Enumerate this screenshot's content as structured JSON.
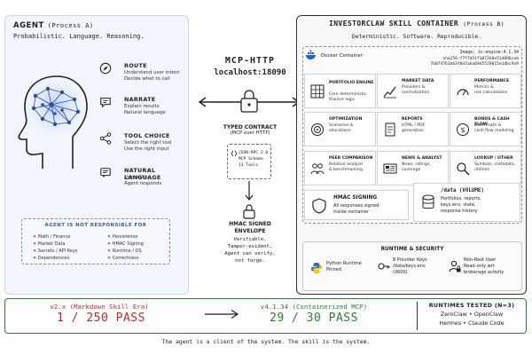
{
  "agent": {
    "title": "AGENT",
    "process": "(Process A)",
    "tagline": "Probabilistic. Language. Reasoning.",
    "capabilities": [
      {
        "icon": "compass-icon",
        "title": "ROUTE",
        "lines": [
          "Understand user intent",
          "Decide what to call"
        ]
      },
      {
        "icon": "chat-bubble-icon",
        "title": "NARRATE",
        "lines": [
          "Explain results",
          "Natural language"
        ]
      },
      {
        "icon": "branch-icon",
        "title": "TOOL CHOICE",
        "lines": [
          "Select the right tool",
          "Use the right input"
        ]
      },
      {
        "icon": "speech-bubble-icon",
        "title": "NATURAL LANGUAGE",
        "lines": [
          "User asks",
          "Agent responds"
        ]
      }
    ],
    "not_responsible": {
      "heading": "AGENT IS NOT RESPONSIBLE FOR",
      "left": [
        "Math / Finance",
        "Market Data",
        "Secrets / API Keys",
        "Dependencies"
      ],
      "right": [
        "Persistence",
        "HMAC Signing",
        "Runtime / OS",
        "Correctness"
      ]
    }
  },
  "bridge": {
    "title": "MCP-HTTP",
    "host": "localhost:18090",
    "contract_title": "TYPED CONTRACT",
    "contract_sub": "(MCP over HTTP)",
    "contract_doc": [
      "JSON-RPC 2.0",
      "MCP Schema",
      "13 Tools"
    ],
    "envelope_title": [
      "HMAC SIGNED",
      "ENVELOPE"
    ],
    "envelope_lines": [
      "Verifiable.",
      "Tamper-evident.",
      "Agent can verify,",
      "not forge."
    ]
  },
  "container": {
    "title": "INVESTORCLAW SKILL CONTAINER",
    "process": "(Process B)",
    "tagline": "Deterministic. Software. Reproducible.",
    "docker_label": "Docker Container",
    "image": "Image: ic-engine:4.1.34",
    "sha1": "sha256:f7f7d51f1072b0e514886ceb",
    "sha2": "7b074761b63f0d7aba69d5529015e1dbc9a9",
    "modules": [
      {
        "icon": "grid-icon",
        "title": "PORTFOLIO ENGINE",
        "lines": [
          "Core deterministic",
          "finance logic"
        ]
      },
      {
        "icon": "trend-line-icon",
        "title": "MARKET DATA",
        "lines": [
          "Providers &",
          "normalization"
        ]
      },
      {
        "icon": "gauge-icon",
        "title": "PERFORMANCE",
        "lines": [
          "Metrics &",
          "risk calculations"
        ]
      },
      {
        "icon": "target-icon",
        "title": "OPTIMIZATION",
        "lines": [
          "Scenarios &",
          "allocations"
        ]
      },
      {
        "icon": "report-icon",
        "title": "REPORTS",
        "lines": [
          "HTML / PDF",
          "generation"
        ]
      },
      {
        "icon": "coin-icon",
        "title": "BONDS & CASH FLOW",
        "lines": [
          "Bond math &",
          "cash flow modeling"
        ]
      },
      {
        "icon": "people-icon",
        "title": "PEER COMPARISON",
        "lines": [
          "Relative analysis",
          "& benchmarking"
        ]
      },
      {
        "icon": "newspaper-icon",
        "title": "NEWS & ANALYST",
        "lines": [
          "News, ratings,",
          "coverage"
        ]
      },
      {
        "icon": "magnifier-icon",
        "title": "LOOKUP / OTHER",
        "lines": [
          "Symbols, metadata,",
          "utilities"
        ]
      }
    ],
    "hmac": {
      "icon": "shield-icon",
      "title": "HMAC SIGNING",
      "lines": [
        "All responses signed",
        "inside container"
      ]
    },
    "data": {
      "icon": "database-icon",
      "title": "/data (VOLUME)",
      "lines": [
        "Portfolios, reports,",
        "keys.env, state,",
        "response history"
      ]
    },
    "runtime": {
      "heading": "RUNTIME & SECURITY",
      "items": [
        {
          "icon": "python-icon",
          "lines": [
            "Python Runtime",
            "Pinned"
          ]
        },
        {
          "icon": "key-icon",
          "lines": [
            "8 Provider Keys",
            "/data/keys.env",
            "(0600)"
          ]
        },
        {
          "icon": "user-lock-icon",
          "lines": [
            "Non-Root User",
            "Read-only wrt",
            "brokerage activity"
          ]
        }
      ]
    }
  },
  "results": {
    "old_label": "v2.x (Markdown Skill Era)",
    "old_value": "1 / 250 PASS",
    "new_label": "v4.1.34 (Containerized MCP)",
    "new_value": "29 / 30 PASS",
    "runtimes_heading": "RUNTIMES TESTED (N=3)",
    "runtimes_rows": [
      "ZeroClaw  •  OpenClaw",
      "Hermes  •  Claude Code"
    ]
  },
  "footer": "The agent is a client of the system. The skill is the system.",
  "colors": {
    "fail": "#c62828",
    "pass": "#2e7d32",
    "accent": "#3b5a9b"
  }
}
